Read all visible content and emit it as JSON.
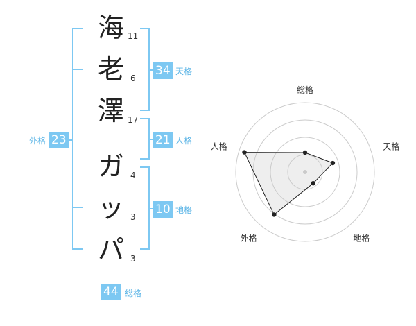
{
  "characters": [
    {
      "char": "海",
      "strokes": "11"
    },
    {
      "char": "老",
      "strokes": "6"
    },
    {
      "char": "澤",
      "strokes": "17"
    },
    {
      "char": "ガ",
      "strokes": "4"
    },
    {
      "char": "ッ",
      "strokes": "3"
    },
    {
      "char": "パ",
      "strokes": "3"
    }
  ],
  "fortunes": {
    "tenkaku": {
      "value": "34",
      "label": "天格"
    },
    "jinkaku": {
      "value": "21",
      "label": "人格"
    },
    "chikaku": {
      "value": "10",
      "label": "地格"
    },
    "gaikaku": {
      "value": "23",
      "label": "外格"
    },
    "soukaku": {
      "value": "44",
      "label": "総格"
    }
  },
  "colors": {
    "accent": "#7dc8f2",
    "label": "#5ab4e6"
  },
  "chart_data": {
    "type": "radar",
    "axes": [
      "総格",
      "天格",
      "地格",
      "外格",
      "人格"
    ],
    "values": [
      0.28,
      0.42,
      0.2,
      0.76,
      0.92
    ],
    "max": 1,
    "rings": 4,
    "grid": true
  }
}
